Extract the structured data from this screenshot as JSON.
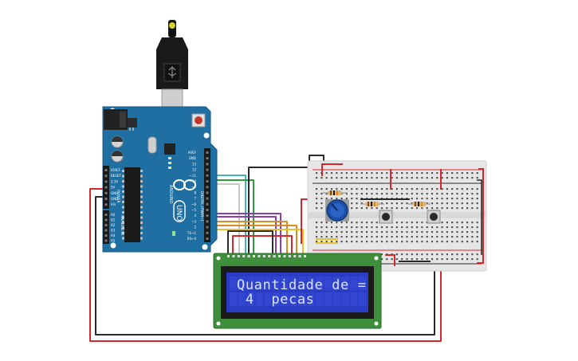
{
  "lcd": {
    "line1": "Quantidade de =",
    "line2": " 4  pecas"
  },
  "arduino": {
    "brand": "ARDUINO",
    "model": "UNO",
    "digital_header": "DIGITAL (PWM~)",
    "power_header": "POWER",
    "analog_header": "ANALOG IN",
    "digital_pins": [
      "AREF",
      "GND",
      "13",
      "12",
      "~11",
      "~10",
      "~9",
      "8",
      "7",
      "~6",
      "~5",
      "4",
      "~3",
      "2",
      "TX→1",
      "RX←0"
    ],
    "power_pins": [
      "IOREF",
      "RESET",
      "3.3V",
      "5V",
      "GND",
      "GND",
      "Vin"
    ],
    "analog_pins": [
      "A0",
      "A1",
      "A2",
      "A3",
      "A4",
      "A5"
    ]
  },
  "colors": {
    "board": "#1f6fa3",
    "breadboard": "#e6e6e6",
    "lcd_pcb": "#3e8e3b",
    "lcd_screen": "#2b3cc4",
    "wire_red": "#d9262b",
    "wire_black": "#2a2a2a",
    "wire_teal": "#3fb7b3",
    "wire_green": "#2e9c3a",
    "wire_purple": "#8a3fb0",
    "wire_orange": "#e08a22",
    "wire_yellow": "#e6c22b",
    "potentiometer": "#1d4fa8"
  }
}
